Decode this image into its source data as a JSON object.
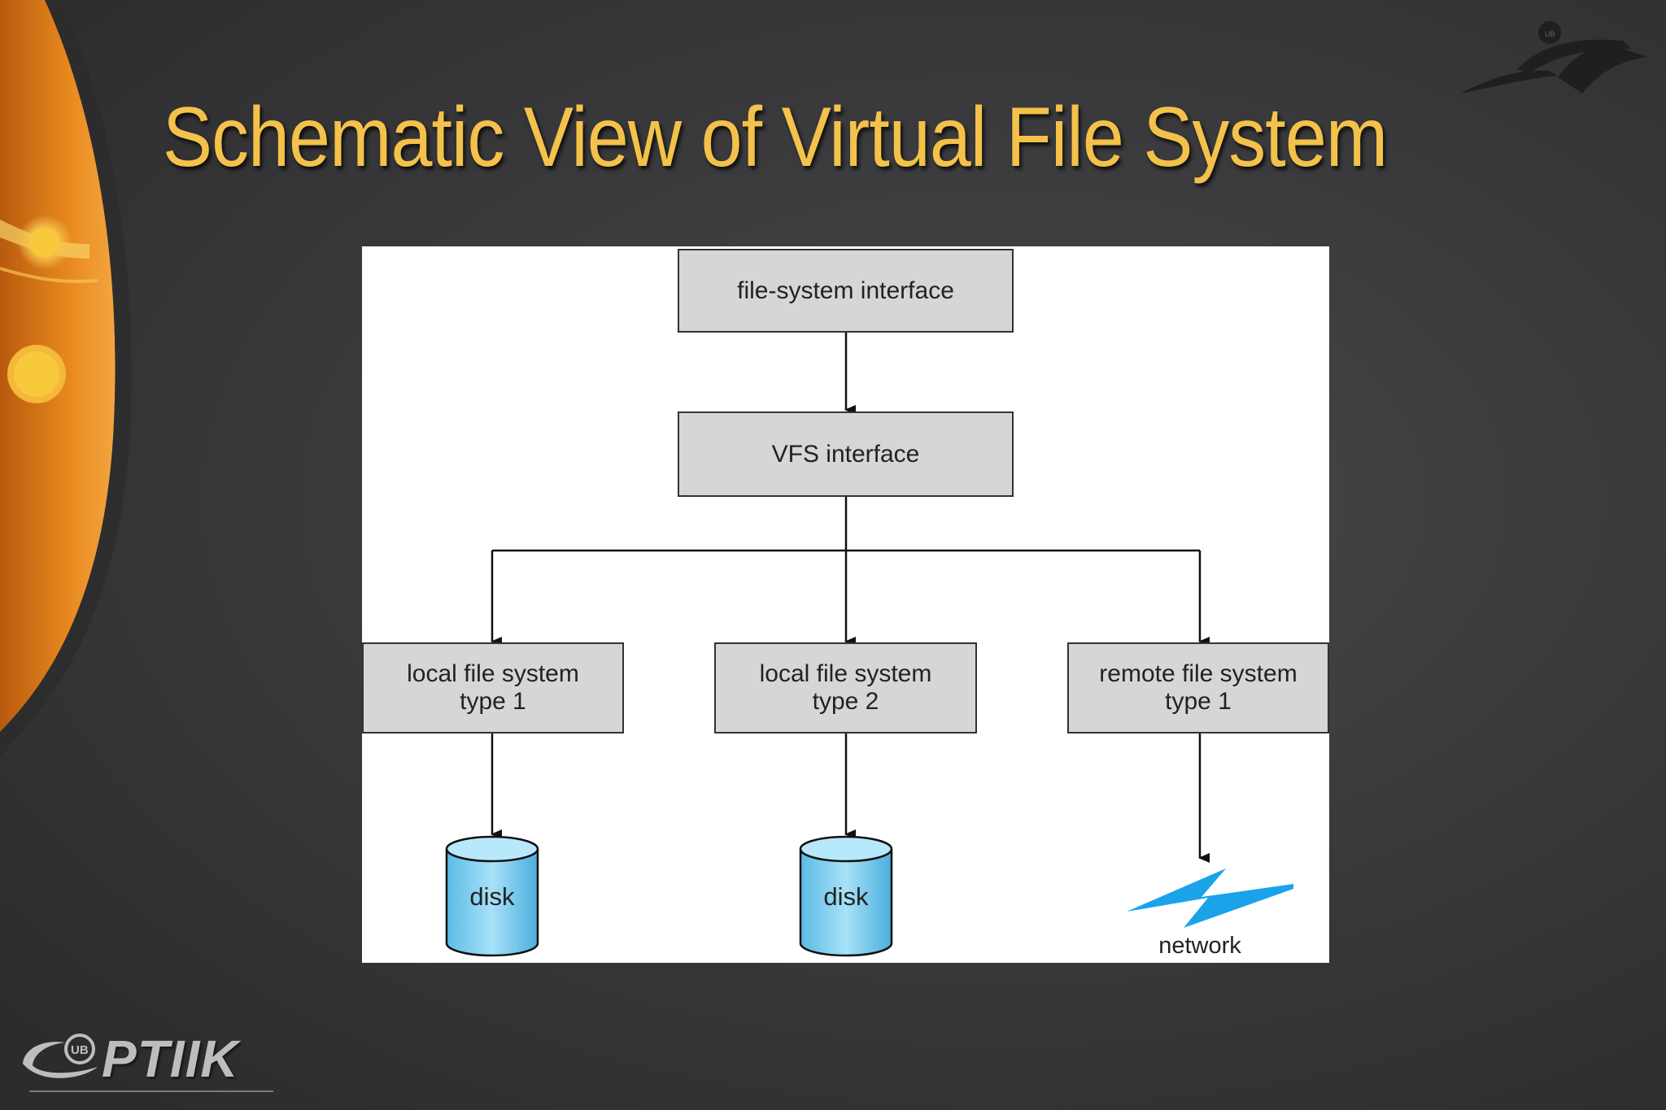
{
  "slide": {
    "title": "Schematic View of Virtual File System"
  },
  "diagram": {
    "nodes": {
      "fs_interface": "file-system interface",
      "vfs_interface": "VFS interface",
      "local_fs_1": {
        "line1": "local file system",
        "line2": "type 1"
      },
      "local_fs_2": {
        "line1": "local file system",
        "line2": "type 2"
      },
      "remote_fs_1": {
        "line1": "remote file system",
        "line2": "type 1"
      }
    },
    "disk_1": "disk",
    "disk_2": "disk",
    "network": "network"
  },
  "branding": {
    "logo_badge": "UB",
    "logo_text": "PTIIK"
  },
  "colors": {
    "title": "#f4c24a",
    "node_fill": "#d5d6d8",
    "disk_fill": "#8fd3f1",
    "network_bolt": "#1aa3e8",
    "accent_orange": "#e8891e"
  },
  "icons": {
    "disk": "cylinder-disk-icon",
    "network": "lightning-bolt-network-icon",
    "corner_logo": "stylized-logo-mark-icon",
    "footer_logo": "ptiik-logo-icon"
  }
}
